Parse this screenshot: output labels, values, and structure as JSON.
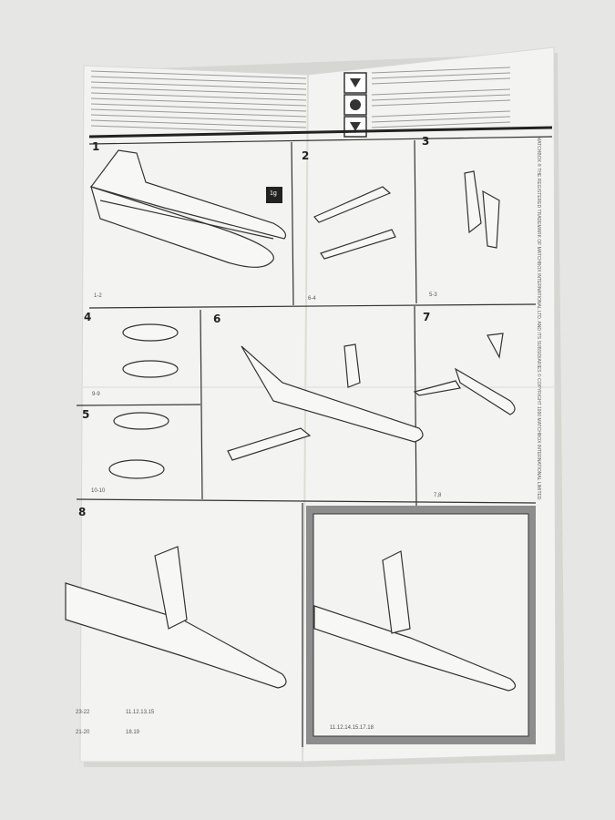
{
  "photo": {
    "background_color": "#e6e6e4",
    "paper_color": "#f3f3f1",
    "ink_color": "#2a2a2a",
    "shaded_panel_color": "#8d8d8d"
  },
  "sheet": {
    "steps": [
      {
        "num": "1",
        "refs": "1-2"
      },
      {
        "num": "2",
        "refs": "6-4"
      },
      {
        "num": "3",
        "refs": "5-3"
      },
      {
        "num": "4",
        "refs": "9-9"
      },
      {
        "num": "5",
        "refs": "10-10"
      },
      {
        "num": "6",
        "refs": ""
      },
      {
        "num": "7",
        "refs": "7,8"
      },
      {
        "num": "8",
        "refs": ""
      }
    ],
    "step8_refs": [
      "23-22",
      "11.12.13.15",
      "21-20",
      "18.19"
    ],
    "final_refs": "11.12.14.15.17.18",
    "side_text": "MATCHBOX ® THE REGISTERED TRADEMARK OF MATCHBOX INTERNATIONAL LTD. AND ITS SUBSIDIARIES   © COPYRIGHT 1990 MATCHBOX INTERNATIONAL LIMITED",
    "stamp_text": "1g"
  }
}
